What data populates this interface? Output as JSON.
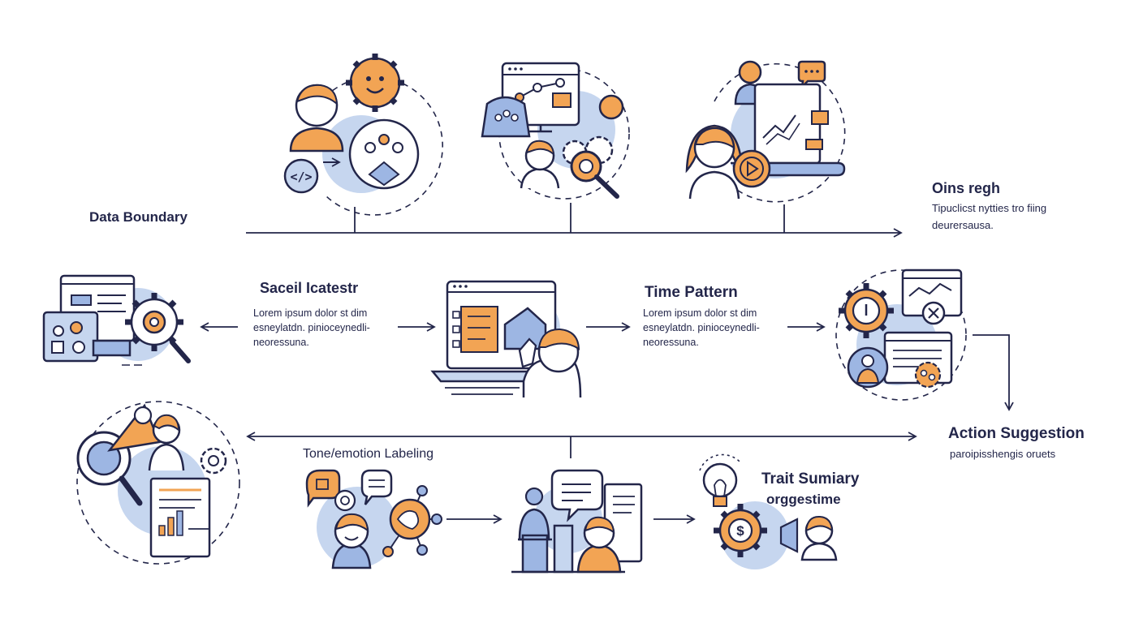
{
  "colors": {
    "ink": "#23264a",
    "orange": "#f2a454",
    "blue": "#c6d6ef",
    "blue_mid": "#9db6e3"
  },
  "top": {
    "left_label": "Data Boundary",
    "right_title": "Oins regh",
    "right_text_1": "Tipuclicst nytties tro fiing",
    "right_text_2": "deurersausa."
  },
  "middle": {
    "step1_title": "Saceil Icatestr",
    "step1_text": "Lorem ipsum dolor st dim esneylatdn. pinioceynedli- neoressuna.",
    "step2_title": "Time Pattern",
    "step2_text": "Lorem ipsum dolor st dim esneylatdn. pinioceynedli- neoressuna."
  },
  "action": {
    "title": "Action Suggestion",
    "text": "paroipisshengis oruets"
  },
  "bottom": {
    "label": "Tone/emotion Labeling",
    "trait_line1": "Trait Sumiary",
    "trait_line2": "orggestime"
  },
  "icons": [
    "team-gear-icon",
    "analytics-screen-icon",
    "video-presenter-icon",
    "dashboard-gear-icon",
    "laptop-person-icon",
    "gear-checklist-icon",
    "search-report-icon",
    "emotion-network-icon",
    "chat-podium-icon",
    "idea-money-icon"
  ]
}
